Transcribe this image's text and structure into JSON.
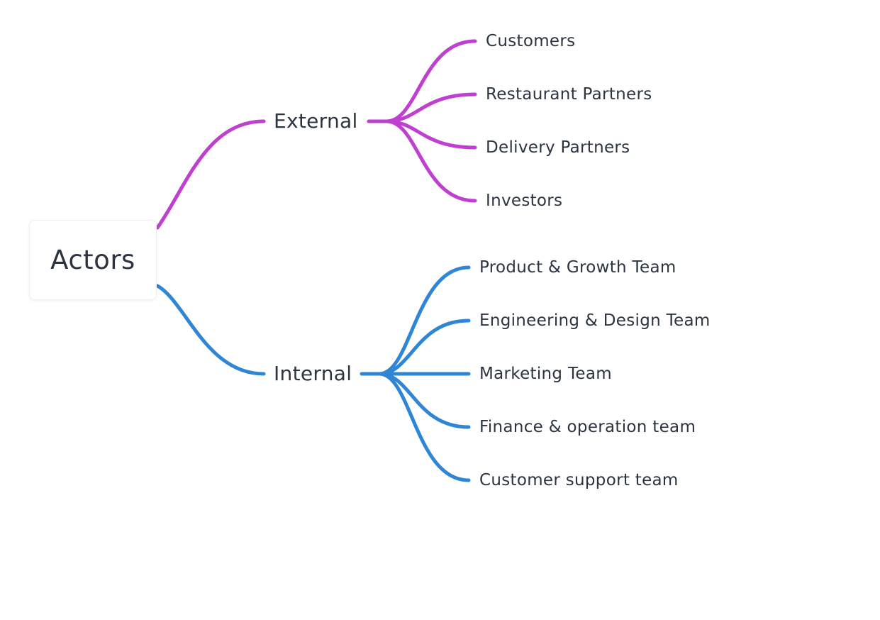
{
  "mindmap": {
    "root": {
      "label": "Actors"
    },
    "branches": [
      {
        "label": "External",
        "color": "#bf3fd0",
        "children": [
          {
            "label": "Customers"
          },
          {
            "label": "Restaurant Partners"
          },
          {
            "label": "Delivery Partners"
          },
          {
            "label": "Investors"
          }
        ]
      },
      {
        "label": "Internal",
        "color": "#2e86d4",
        "children": [
          {
            "label": "Product & Growth Team"
          },
          {
            "label": "Engineering & Design Team"
          },
          {
            "label": "Marketing Team"
          },
          {
            "label": "Finance & operation team"
          },
          {
            "label": "Customer support team"
          }
        ]
      }
    ]
  }
}
